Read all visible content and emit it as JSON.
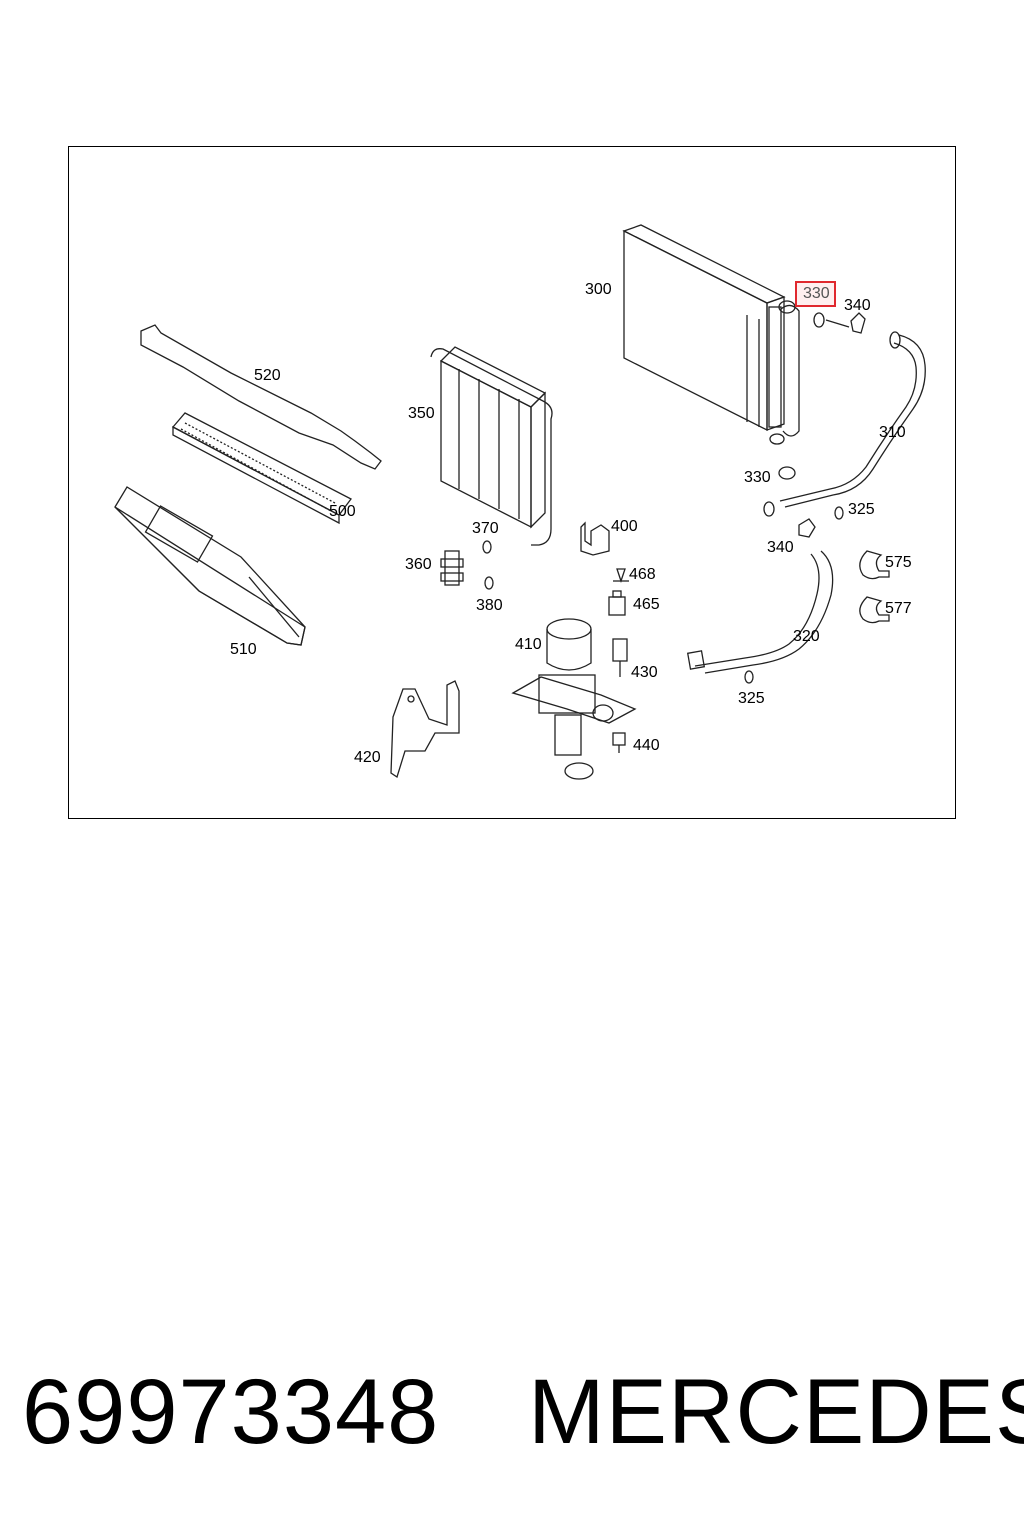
{
  "callouts": [
    {
      "id": "300",
      "label": "300"
    },
    {
      "id": "330a",
      "label": "330",
      "highlighted": true
    },
    {
      "id": "340a",
      "label": "340"
    },
    {
      "id": "310",
      "label": "310"
    },
    {
      "id": "330b",
      "label": "330"
    },
    {
      "id": "325a",
      "label": "325"
    },
    {
      "id": "340b",
      "label": "340"
    },
    {
      "id": "575",
      "label": "575"
    },
    {
      "id": "577",
      "label": "577"
    },
    {
      "id": "320",
      "label": "320"
    },
    {
      "id": "325b",
      "label": "325"
    },
    {
      "id": "520",
      "label": "520"
    },
    {
      "id": "350",
      "label": "350"
    },
    {
      "id": "500",
      "label": "500"
    },
    {
      "id": "370",
      "label": "370"
    },
    {
      "id": "400",
      "label": "400"
    },
    {
      "id": "360",
      "label": "360"
    },
    {
      "id": "380",
      "label": "380"
    },
    {
      "id": "468",
      "label": "468"
    },
    {
      "id": "465",
      "label": "465"
    },
    {
      "id": "510",
      "label": "510"
    },
    {
      "id": "410",
      "label": "410"
    },
    {
      "id": "430",
      "label": "430"
    },
    {
      "id": "440",
      "label": "440"
    },
    {
      "id": "420",
      "label": "420"
    }
  ],
  "footer": {
    "part_number": "69973348",
    "brand": "MERCEDES"
  },
  "colors": {
    "highlight_border": "#e0282e",
    "line": "#222222"
  }
}
